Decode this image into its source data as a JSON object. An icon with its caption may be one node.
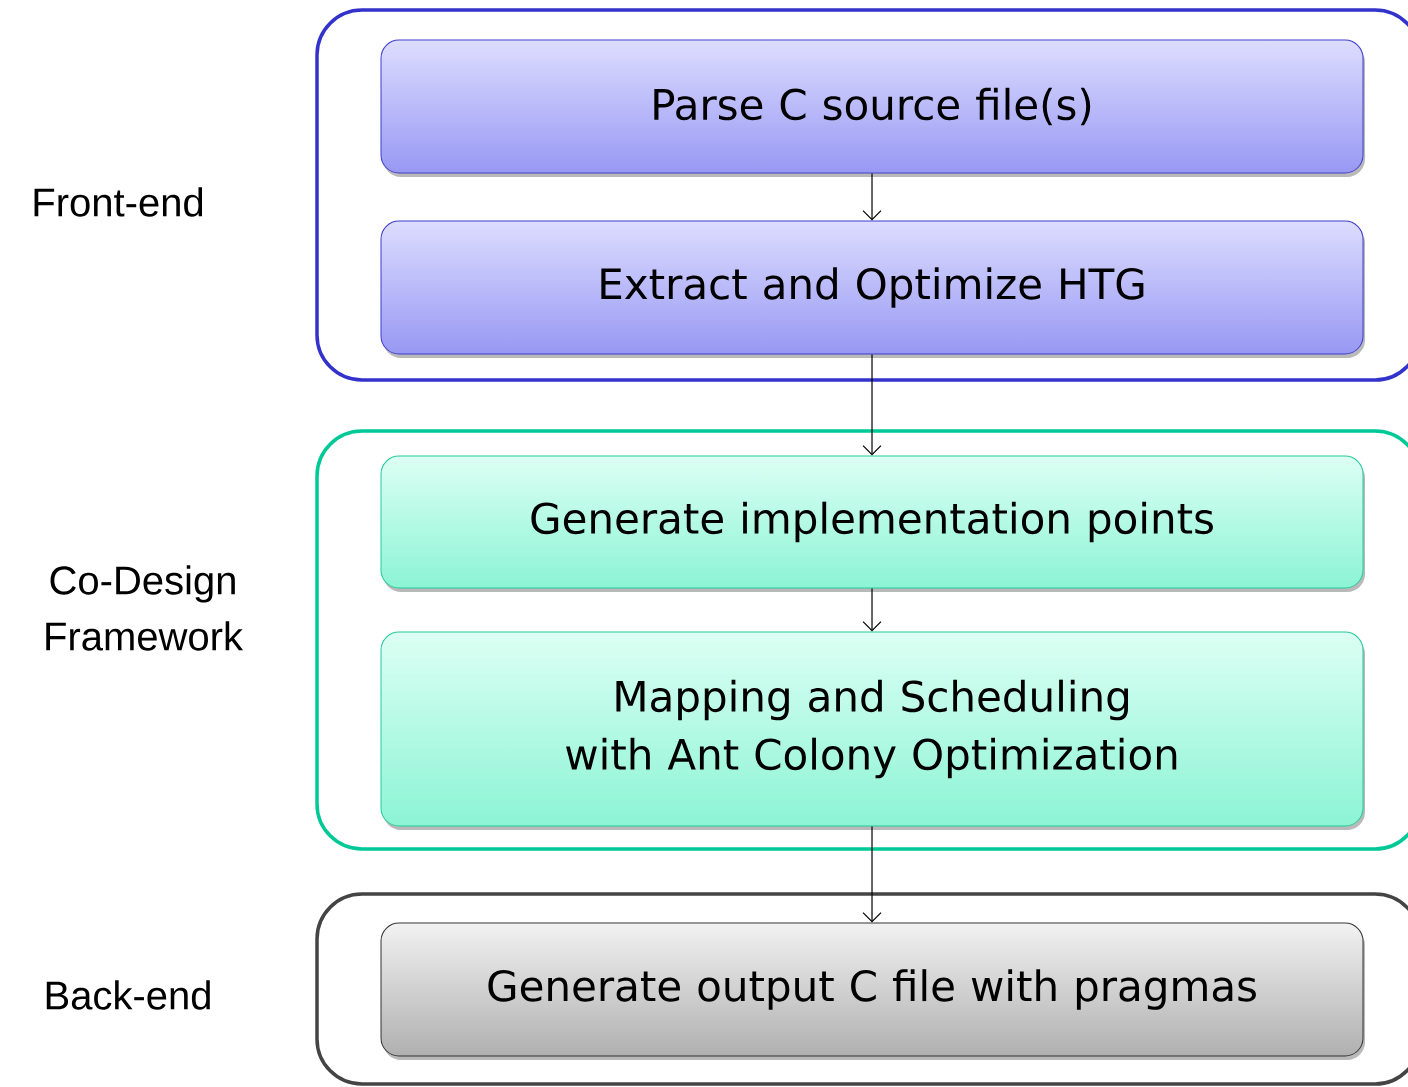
{
  "diagram": {
    "nodes": [
      {
        "text": [
          "Front-end"
        ]
      },
      {
        "text": [
          "Parse C source file(s)"
        ],
        "in": 0
      },
      {
        "text": [
          "Extract and Optimize HTG"
        ],
        "in": 0
      },
      {
        "text": [
          "Co-Design Framework"
        ]
      },
      {
        "text": [
          "Generate implementation points"
        ],
        "in": 3
      },
      {
        "text": [
          "Mapping and Scheduling with Ant Colony Optimization"
        ],
        "in": 3
      },
      {
        "text": [
          "Back-end"
        ]
      },
      {
        "text": [
          "Generate output C file with pragmas"
        ],
        "in": 6
      }
    ],
    "edges": [
      {
        "from": 1,
        "to": 2,
        "arrow": "to"
      },
      {
        "from": 2,
        "to": 4,
        "arrow": "to"
      },
      {
        "from": 4,
        "to": 5,
        "arrow": "to"
      },
      {
        "from": 5,
        "to": 7,
        "arrow": "to"
      }
    ]
  }
}
